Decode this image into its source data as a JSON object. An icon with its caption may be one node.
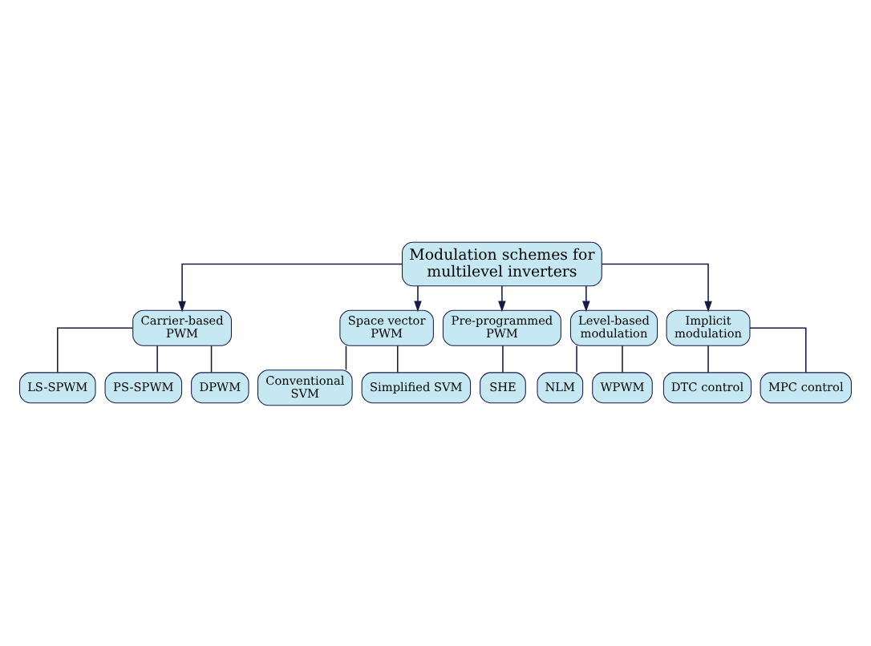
{
  "diagram": {
    "nodes": [
      {
        "text": [
          "Modulation schemes for multilevel inverters"
        ]
      },
      {
        "text": [
          "Carrier-based PWM"
        ]
      },
      {
        "text": [
          "Space vector PWM"
        ]
      },
      {
        "text": [
          "Pre-programmed PWM"
        ]
      },
      {
        "text": [
          "Level-based modulation"
        ]
      },
      {
        "text": [
          "Implicit modulation"
        ]
      },
      {
        "text": [
          "LS-SPWM"
        ]
      },
      {
        "text": [
          "PS-SPWM"
        ]
      },
      {
        "text": [
          "DPWM"
        ]
      },
      {
        "text": [
          "Conventional SVM"
        ]
      },
      {
        "text": [
          "Simplified SVM"
        ]
      },
      {
        "text": [
          "SHE"
        ]
      },
      {
        "text": [
          "NLM"
        ]
      },
      {
        "text": [
          "WPWM"
        ]
      },
      {
        "text": [
          "DTC control"
        ]
      },
      {
        "text": [
          "MPC control"
        ]
      }
    ],
    "edges": [
      {
        "from": 0,
        "to": 1,
        "arrow": "to"
      },
      {
        "from": 0,
        "to": 2,
        "arrow": "to"
      },
      {
        "from": 0,
        "to": 3,
        "arrow": "to"
      },
      {
        "from": 0,
        "to": 4,
        "arrow": "to"
      },
      {
        "from": 0,
        "to": 5,
        "arrow": "to"
      },
      {
        "from": 1,
        "to": 6,
        "arrow": "none"
      },
      {
        "from": 1,
        "to": 7,
        "arrow": "none"
      },
      {
        "from": 1,
        "to": 8,
        "arrow": "none"
      },
      {
        "from": 2,
        "to": 9,
        "arrow": "none"
      },
      {
        "from": 2,
        "to": 10,
        "arrow": "none"
      },
      {
        "from": 3,
        "to": 11,
        "arrow": "none"
      },
      {
        "from": 4,
        "to": 12,
        "arrow": "none"
      },
      {
        "from": 4,
        "to": 13,
        "arrow": "none"
      },
      {
        "from": 5,
        "to": 14,
        "arrow": "none"
      },
      {
        "from": 5,
        "to": 15,
        "arrow": "none"
      }
    ]
  }
}
